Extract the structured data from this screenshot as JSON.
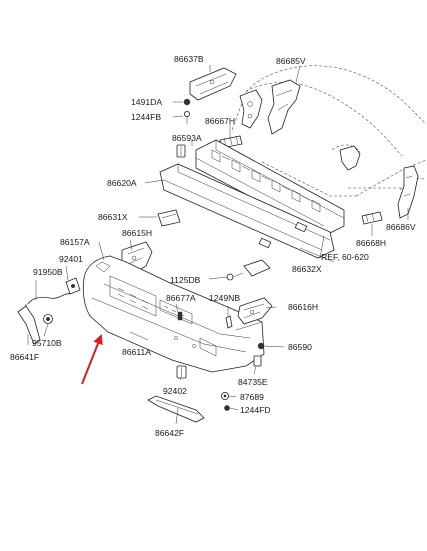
{
  "labels": {
    "p86637B": "86637B",
    "p86685V": "86685V",
    "p1491DA": "1491DA",
    "p1244FB": "1244FB",
    "p86667H": "86667H",
    "p86593A": "86593A",
    "p86620A": "86620A",
    "p86631X": "86631X",
    "p86686V": "86686V",
    "p86668H": "86668H",
    "p86157A": "86157A",
    "p86615H": "86615H",
    "ref": "REF, 60-620",
    "p92401": "92401",
    "p86632X": "86632X",
    "p91950B": "91950B",
    "p1125DB": "1125DB",
    "p86677A": "86677A",
    "p1249NB": "1249NB",
    "p86616H": "86616H",
    "p95710B": "95710B",
    "p86590": "86590",
    "p86641F": "86641F",
    "p86611A": "86611A",
    "p84735E": "84735E",
    "p92402": "92402",
    "p87689": "87689",
    "p1244FD": "1244FD",
    "p86642F": "86642F"
  },
  "colors": {
    "line": "#222222",
    "arrow": "#d62020",
    "background": "#ffffff"
  }
}
